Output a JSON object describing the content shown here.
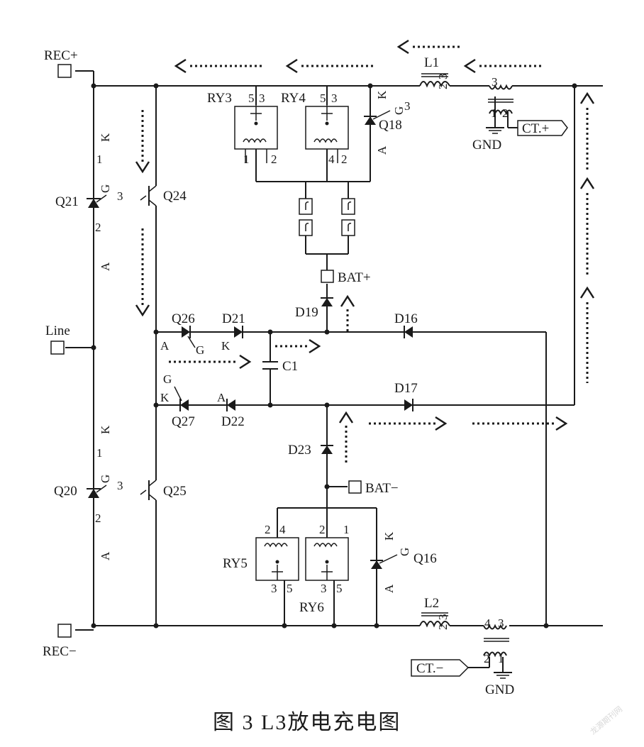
{
  "caption": "图 3  L3放电充电图",
  "watermark": "龙源期刊网",
  "terminals": {
    "rec_plus": "REC+",
    "rec_minus": "REC−",
    "line": "Line",
    "bat_plus": "BAT+",
    "bat_minus": "BAT−",
    "ct_plus": "CT.+",
    "ct_minus": "CT.−",
    "gnd": "GND"
  },
  "components": {
    "q21": "Q21",
    "q20": "Q20",
    "q24": "Q24",
    "q25": "Q25",
    "q26": "Q26",
    "q27": "Q27",
    "q18": "Q18",
    "q16": "Q16",
    "d21": "D21",
    "d22": "D22",
    "d19": "D19",
    "d16": "D16",
    "d17": "D17",
    "d23": "D23",
    "c1": "C1",
    "l1": "L1",
    "l2": "L2",
    "ry3": "RY3",
    "ry4": "RY4",
    "ry5": "RY5",
    "ry6": "RY6"
  },
  "pins": {
    "k": "K",
    "a": "A",
    "g": "G",
    "p1": "1",
    "p2": "2",
    "p3": "3",
    "p4": "4",
    "p5": "5"
  }
}
